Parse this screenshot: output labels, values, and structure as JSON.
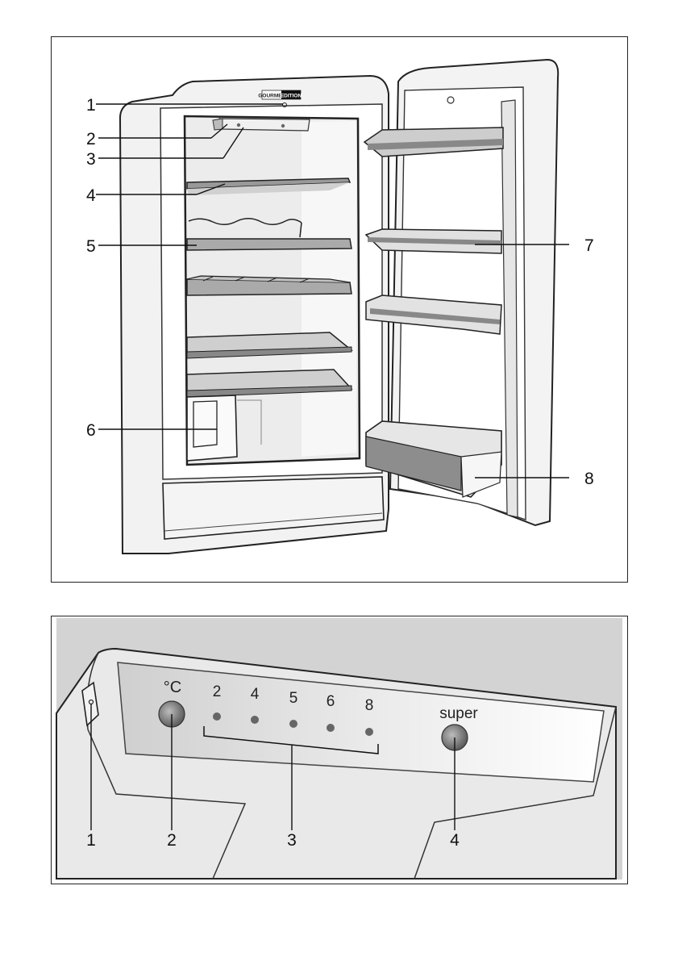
{
  "fridge": {
    "brand_left": "GOURMET",
    "brand_right": "EDITION",
    "callouts": [
      "1",
      "2",
      "3",
      "4",
      "5",
      "6",
      "7",
      "8"
    ]
  },
  "control_panel": {
    "celsius_label": "°C",
    "scale": [
      "2",
      "4",
      "5",
      "6",
      "8"
    ],
    "super_label": "super",
    "callouts": [
      "1",
      "2",
      "3",
      "4"
    ]
  },
  "colors": {
    "line": "#111111",
    "panel_bg": "#d4d4d4",
    "shelf": "#8f8f8f"
  }
}
